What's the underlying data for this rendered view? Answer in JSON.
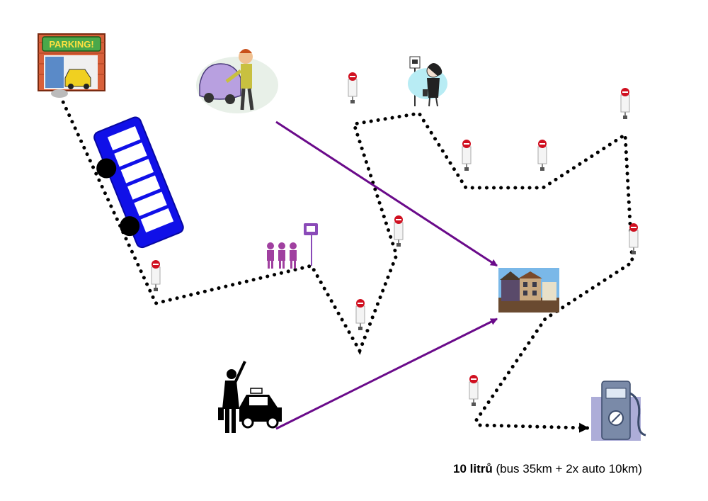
{
  "parking_sign": "PARKING!",
  "caption": {
    "bold": "10 litrů",
    "rest": " (bus 35km + 2x auto 10km)"
  },
  "colors": {
    "bus": "#1010e8",
    "arrow": "#6a0a8a",
    "dots": "#000000",
    "stop_sign": "#d01020",
    "people": "#a040a0",
    "bus_sign": "#8a4ab8"
  },
  "icons": [
    "parking-garage",
    "bus",
    "man-with-car",
    "woman-at-bus-stop",
    "people-waiting",
    "man-hailing-taxi",
    "houses",
    "fuel-pump",
    "bus-stop-sign"
  ]
}
